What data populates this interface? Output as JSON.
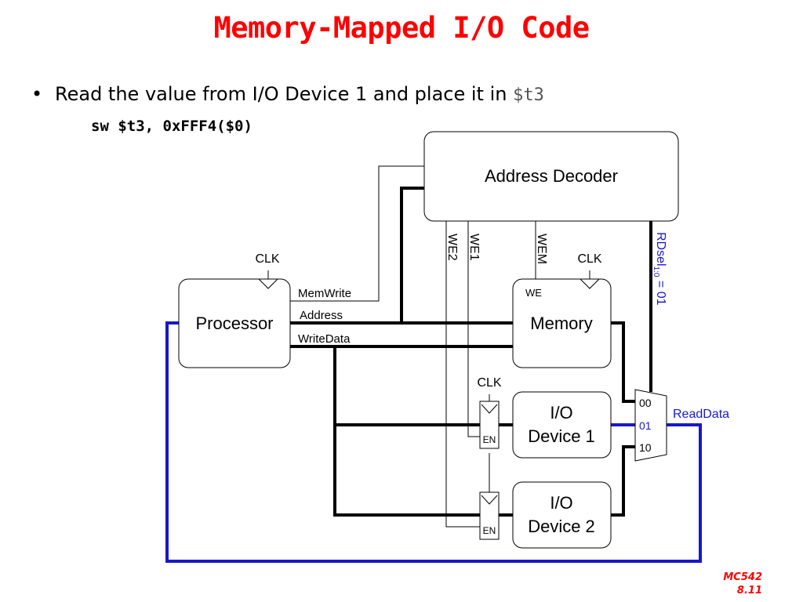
{
  "slide": {
    "title": "Memory-Mapped I/O Code",
    "bullet_text": "Read the value from I/O Device 1 and place it in ",
    "bullet_register": "$t3",
    "code": "sw $t3, 0xFFF4($0)",
    "footer_course": "MC542",
    "footer_page": "8.11"
  },
  "diagram": {
    "address_decoder": "Address Decoder",
    "processor": "Processor",
    "memory": "Memory",
    "memory_we": "WE",
    "io1_line1": "I/O",
    "io1_line2": "Device 1",
    "io2_line1": "I/O",
    "io2_line2": "Device 2",
    "signals": {
      "memwrite": "MemWrite",
      "address": "Address",
      "writedata": "WriteData",
      "we2": "WE2",
      "we1": "WE1",
      "wem": "WEM",
      "rdsel": "RDsel",
      "rdsel_sub": "1:0",
      "rdsel_eq": " = 01",
      "readdata": "ReadData"
    },
    "clk_labels": [
      "CLK",
      "CLK",
      "CLK"
    ],
    "en_labels": [
      "EN",
      "EN"
    ],
    "mux_inputs": [
      "00",
      "01",
      "10"
    ],
    "colors": {
      "title": "#ff0000",
      "highlight": "#1818c8",
      "wire": "#000000"
    }
  }
}
